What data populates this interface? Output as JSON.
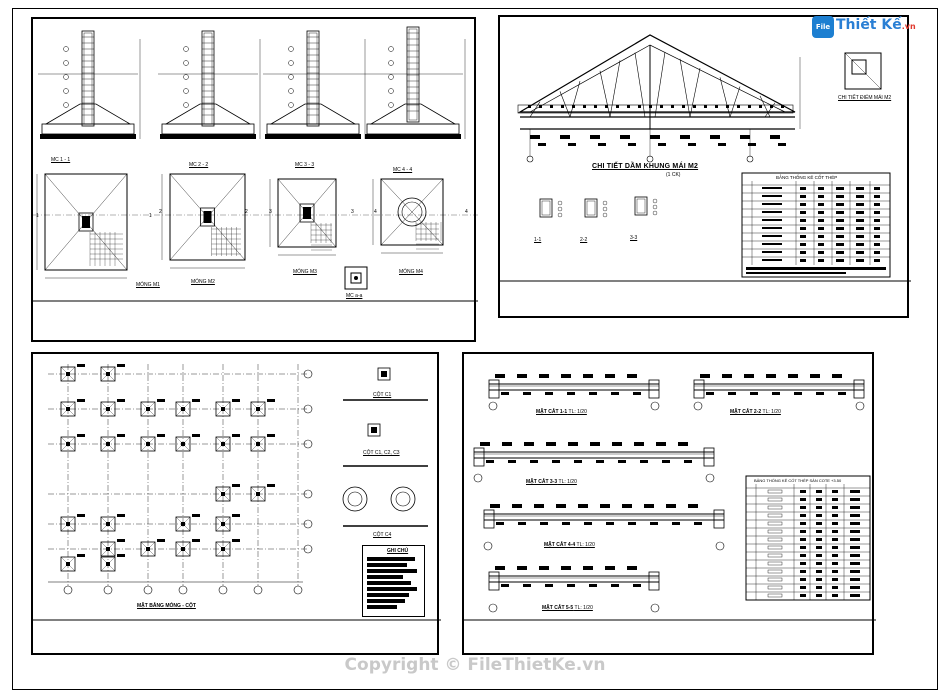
{
  "logo": {
    "file": "File",
    "thiet": "Thiết",
    "ke": "Kế",
    "vn": ".vn"
  },
  "copyright": "Copyright © FileThietKe.vn",
  "sheet1": {
    "sections": [
      "MC 1 - 1",
      "MC 2 - 2",
      "MC 3 - 3",
      "MC 4 - 4"
    ],
    "plans": [
      "MÓNG M1",
      "MÓNG M2",
      "MÓNG M3",
      "MÓNG M4"
    ],
    "axis_labels": [
      "1",
      "1",
      "2",
      "2",
      "3",
      "3",
      "4",
      "4"
    ],
    "detail": "MC a-a"
  },
  "sheet2": {
    "title": "CHI TIẾT DẦM KHUNG MÁI M2",
    "subtitle": "(1 CK)",
    "side_detail": "CHI TIẾT ĐIỂM MÁI M2",
    "sections": [
      "1-1",
      "2-2",
      "3-3"
    ],
    "table_title": "BẢNG THỐNG KÊ CỐT THÉP"
  },
  "sheet3": {
    "title": "MẶT BẰNG MÓNG - CỘT",
    "columns": [
      "CỘT C1",
      "CỘT C1, C2, C3",
      "CỘT C4"
    ],
    "notes_title": "GHI CHÚ"
  },
  "sheet4": {
    "sections": [
      "MẶT CẮT 1-1",
      "MẶT CẮT 2-2",
      "MẶT CẮT 3-3",
      "MẶT CẮT 4-4",
      "MẶT CẮT 5-5"
    ],
    "scale": "TL: 1/20",
    "table_title": "BẢNG THỐNG KÊ CỐT THÉP SÀN COTE +3.50"
  }
}
